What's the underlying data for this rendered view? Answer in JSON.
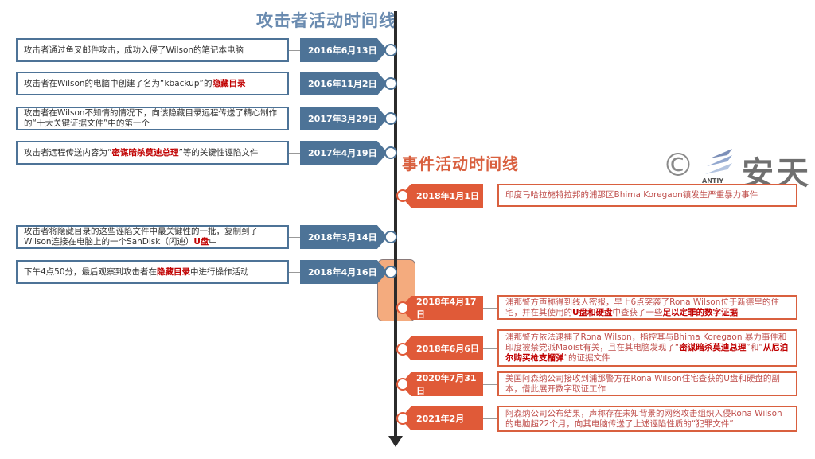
{
  "left_title": "攻击者活动时间线",
  "right_title": "事件活动时间线",
  "logo": {
    "symbol": "©",
    "brand": "安天",
    "brand_en": "ANTIY"
  },
  "colors": {
    "attacker": "#4d7397",
    "event": "#e05a38",
    "highlight": "#c00000",
    "orange_box": "#f4ab7e"
  },
  "left": {
    "events": [
      {
        "date": "2016年6月13日",
        "parts": [
          {
            "t": "攻击者通过鱼叉邮件攻击，成功入侵了Wilson的笔记本电脑"
          }
        ]
      },
      {
        "date": "2016年11月2日",
        "parts": [
          {
            "t": "攻击者在Wilson的电脑中创建了名为“kbackup”的"
          },
          {
            "t": "隐藏目录",
            "hl": true
          }
        ]
      },
      {
        "date": "2017年3月29日",
        "parts": [
          {
            "t": "攻击者在Wilson不知情的情况下，向该隐藏目录远程传送了精心制作的“十大关键证据文件”中的第一个"
          }
        ]
      },
      {
        "date": "2017年4月19日",
        "parts": [
          {
            "t": "攻击者远程传送内容为“"
          },
          {
            "t": "密谋暗杀莫迪总理",
            "hl": true
          },
          {
            "t": "”等的关键性诬陷文件"
          }
        ]
      },
      {
        "date": "2018年3月14日",
        "parts": [
          {
            "t": "攻击者将隐藏目录的这些诬陷文件中最关键性的一批，复制到了Wilson连接在电脑上的一个SanDisk（闪迪）"
          },
          {
            "t": "U盘",
            "hl": true
          },
          {
            "t": "中"
          }
        ]
      },
      {
        "date": "2018年4月16日",
        "parts": [
          {
            "t": "下午4点50分，最后观察到攻击者在"
          },
          {
            "t": "隐藏目录",
            "hl": true
          },
          {
            "t": "中进行操作活动"
          }
        ]
      }
    ]
  },
  "right": {
    "events": [
      {
        "date": "2018年1月1日",
        "parts": [
          {
            "t": "印度马哈拉施特拉邦的浦那区Bhima Koregaon镇发生严重暴力事件"
          }
        ]
      },
      {
        "date": "2018年4月17日",
        "parts": [
          {
            "t": "浦那警方声称得到线人密报，早上6点突袭了Rona Wilson位于新德里的住宅，并在其使用的"
          },
          {
            "t": "U盘和硬盘",
            "hl": true
          },
          {
            "t": "中查获了一些"
          },
          {
            "t": "足以定罪的数字证据",
            "hl": true
          }
        ]
      },
      {
        "date": "2018年6月6日",
        "parts": [
          {
            "t": "浦那警方依法逮捕了Rona Wilson，指控其与Bhima Koregaon 暴力事件和印度被禁党派Maoist有关，且在其电脑发现了“"
          },
          {
            "t": "密谋暗杀莫迪总理",
            "hl": true
          },
          {
            "t": "”和“"
          },
          {
            "t": "从尼泊尔购买枪支榴弹",
            "hl": true
          },
          {
            "t": "”的证据文件"
          }
        ]
      },
      {
        "date": "2020年7月31日",
        "parts": [
          {
            "t": "美国阿森纳公司接收到浦那警方在Rona Wilson住宅查获的U盘和硬盘的副本，借此展开数字取证工作"
          }
        ]
      },
      {
        "date": "2021年2月",
        "parts": [
          {
            "t": "阿森纳公司公布结果，声称存在未知背景的网络攻击组织入侵Rona Wilson的电脑超22个月，向其电脑传送了上述诬陷性质的“犯罪文件”"
          }
        ]
      }
    ]
  }
}
